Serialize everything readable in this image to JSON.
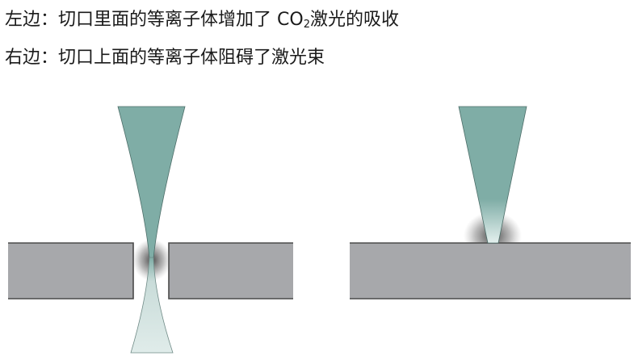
{
  "captions": {
    "left": {
      "label": "左边：",
      "text_a": "切口里面的等离子体增加了 CO",
      "subscript": "2",
      "text_b": "激光的吸收"
    },
    "right": {
      "label": "右边：",
      "text": "切口上面的等离子体阻碍了激光束"
    }
  },
  "colors": {
    "beam": "#7fada6",
    "beam_light": "#e0ecea",
    "plate": "#a7a8ab",
    "edge": "#4a4a4a"
  }
}
